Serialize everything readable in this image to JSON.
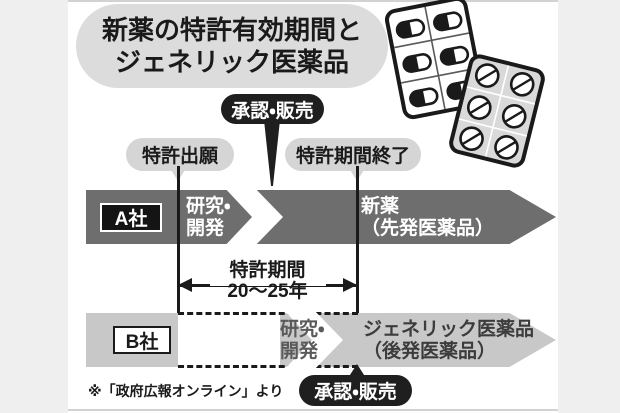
{
  "title": {
    "line1": "新薬の特許有効期間と",
    "line2": "ジェネリック医薬品"
  },
  "badges": {
    "patent_application": "特許出願",
    "patent_expiry": "特許期間終了",
    "approval_sale_top": "承認・販売",
    "approval_sale_bottom": "承認・販売"
  },
  "company_a": {
    "name": "A社",
    "phase_rd_line1": "研究・",
    "phase_rd_line2": "開発",
    "product_line1": "新薬",
    "product_line2": "（先発医薬品）"
  },
  "company_b": {
    "name": "B社",
    "phase_rd_line1": "研究・",
    "phase_rd_line2": "開発",
    "product_line1": "ジェネリック医薬品",
    "product_line2": "（後発医薬品）"
  },
  "measure": {
    "label": "特許期間",
    "value": "20〜25年"
  },
  "source_note": "※「政府広報オンライン」より",
  "colors": {
    "page_margin": "#efefef",
    "canvas": "#ffffff",
    "title_pill": "#dcdcdc",
    "badge_grey": "#d5d5d5",
    "badge_dark": "#1f1f1f",
    "band_a": "#6e6e6e",
    "band_b": "#c8c8c8",
    "rule": "#1a1a1a"
  },
  "illustration": {
    "pack_capsules": "capsule-blister-pack-icon",
    "pack_tablets": "tablet-blister-pack-icon"
  }
}
